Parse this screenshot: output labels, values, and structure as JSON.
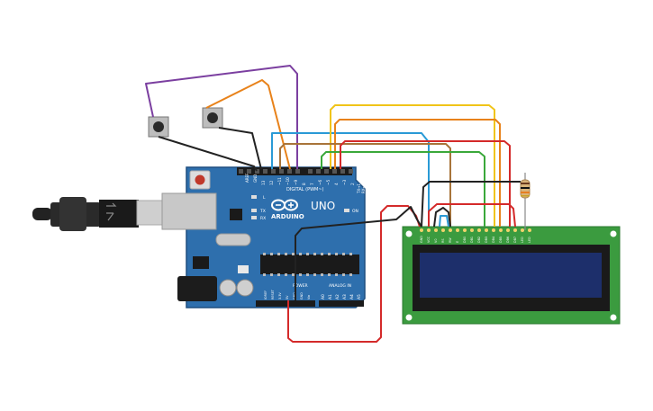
{
  "board": {
    "aref_label": "AREF",
    "gnd_label": "GND",
    "digital_pin_labels": [
      "13",
      "12",
      "~11",
      "~10",
      "~9",
      "8",
      "7",
      "~6",
      "~5",
      "4",
      "~3",
      "2",
      "TX→1",
      "RX←0"
    ],
    "digital_header_label": "DIGITAL (PWM~)",
    "brand_label": "ARDUINO",
    "model_label": "UNO",
    "led_l_label": "L",
    "led_tx_label": "TX",
    "led_rx_label": "RX",
    "led_on_label": "ON",
    "power_header_label": "POWER",
    "analog_header_label": "ANALOG IN",
    "power_pin_labels": [
      "IOREF",
      "RESET",
      "3.3V",
      "5V",
      "GND",
      "GND",
      "Vin"
    ],
    "analog_pin_labels": [
      "A0",
      "A1",
      "A2",
      "A3",
      "A4",
      "A5"
    ]
  },
  "lcd": {
    "pin_labels": [
      "GND",
      "VCC",
      "V0",
      "RS",
      "RW",
      "E",
      "DB0",
      "DB1",
      "DB2",
      "DB3",
      "DB4",
      "DB5",
      "DB6",
      "DB7",
      "LED",
      "LED"
    ]
  },
  "colors": {
    "board": "#2e6fad",
    "board_edge": "#1f4f80",
    "pcb_green": "#3b9b3f",
    "lcd_screen": "#1d2f6b",
    "wire_purple": "#7b3fa0",
    "wire_orange": "#e8821a",
    "wire_yellow": "#f0c419",
    "wire_blue": "#2a9ad6",
    "wire_brown": "#a8743a",
    "wire_green": "#3aa83a",
    "wire_red": "#d42a2a",
    "wire_black": "#222222"
  }
}
